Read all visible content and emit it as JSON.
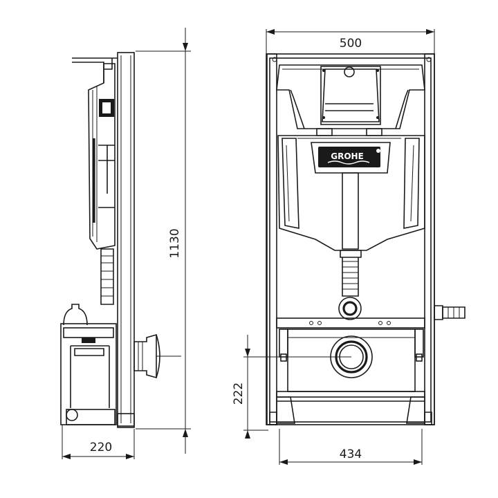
{
  "dimensions": {
    "frame_width": "500",
    "frame_height": "1130",
    "depth": "220",
    "leg_spacing": "434",
    "outlet_height": "222"
  },
  "brand": {
    "logo_text": "GROHE"
  },
  "colors": {
    "line": "#1a1a1a",
    "background": "#ffffff"
  }
}
